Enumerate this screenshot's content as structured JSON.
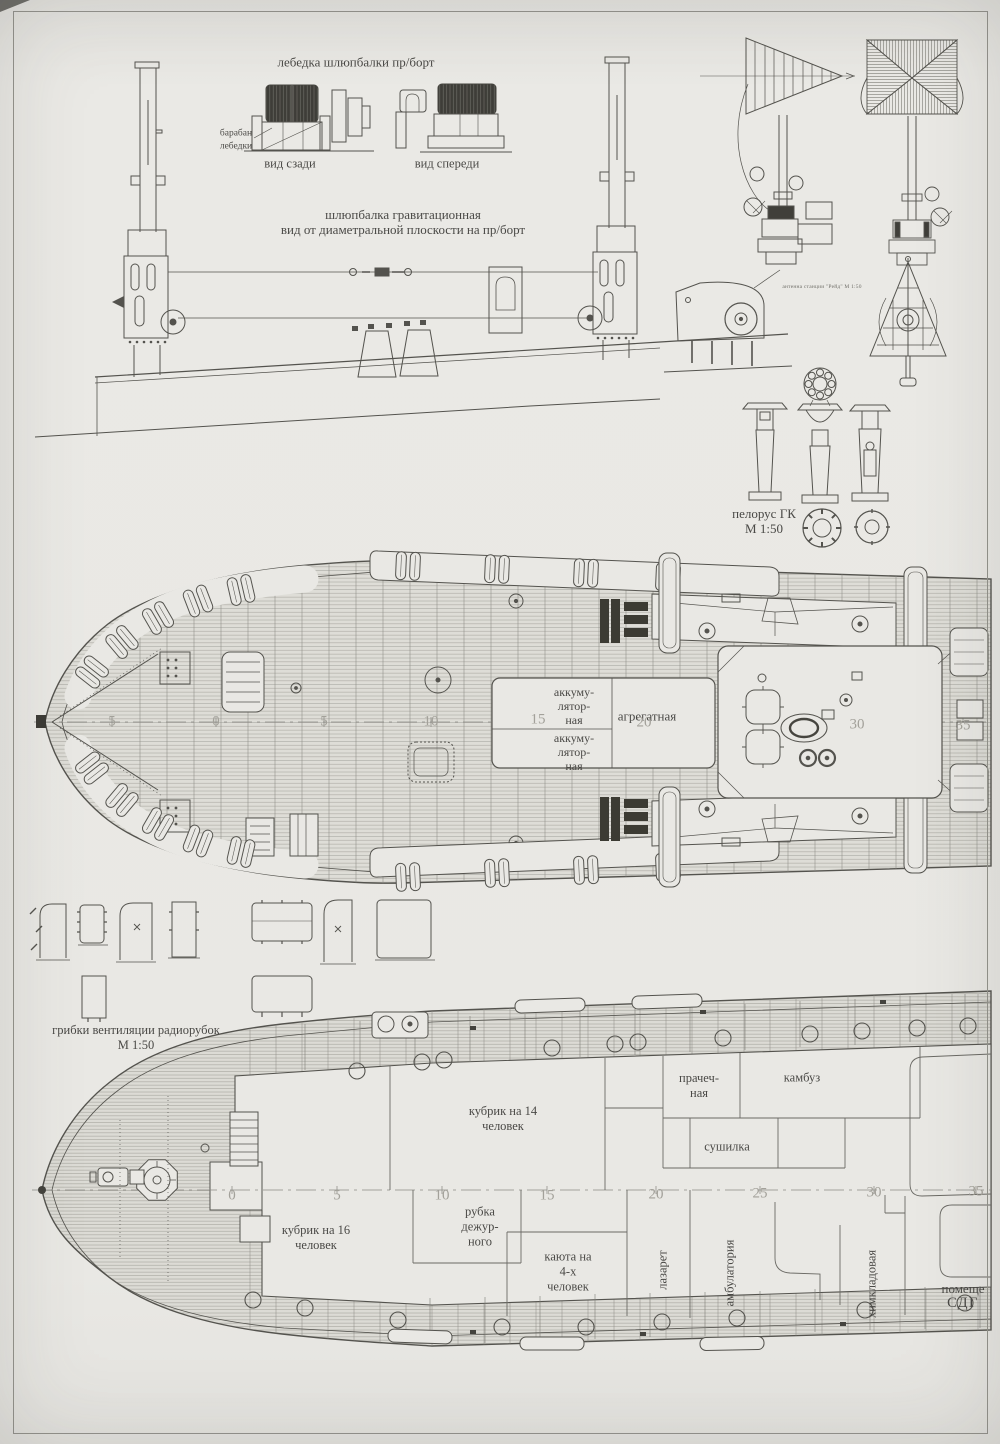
{
  "captions": {
    "winch_title": "лебедка шлюпбалки пр/борт",
    "drum_label": [
      "барабан",
      "лебедки"
    ],
    "view_rear": "вид сзади",
    "view_front": "вид спереди",
    "davit_title": [
      "шлюпбалка гравитационная",
      "вид от диаметральной плоскости на пр/борт"
    ],
    "antenna_caption": "антенна станции \"Рейд\" М 1:50",
    "pelorus_label": [
      "пелорус ГК",
      "М 1:50"
    ],
    "vents_label": [
      "грибки вентиляции радиорубок",
      "М 1:50"
    ]
  },
  "upper_deck_plan": {
    "rooms": {
      "battery_top": [
        "аккуму-",
        "лятор-",
        "ная"
      ],
      "battery_bottom": [
        "аккуму-",
        "лятор-",
        "ная"
      ],
      "unit_room": "агрегатная"
    },
    "ruler_marks": [
      "5",
      "0",
      "5",
      "10",
      "15",
      "20",
      "30",
      "35"
    ]
  },
  "lower_deck_plan": {
    "rooms": {
      "crew16": [
        "кубрик на 16",
        "человек"
      ],
      "crew14": [
        "кубрик на 14",
        "человек"
      ],
      "laundry": [
        "прачеч-",
        "ная"
      ],
      "galley": "камбуз",
      "dryer": "сушилка",
      "duty_cabin": [
        "рубка",
        "дежур-",
        "ного"
      ],
      "cabin4": [
        "каюта на",
        "4-х",
        "человек"
      ],
      "infirmary": "лазарет",
      "ambulatory": "амбулатория",
      "chem_store": "химкладовая",
      "sdg_room": [
        "помеще",
        "СДГ"
      ]
    },
    "ruler_marks": [
      "0",
      "5",
      "10",
      "15",
      "20",
      "25",
      "30",
      "35"
    ]
  },
  "colors": {
    "paper": "#e8e7e3",
    "ink": "#4a4946",
    "deck_lines": "#b0afa8",
    "ruler_text": "#a3a19a"
  }
}
